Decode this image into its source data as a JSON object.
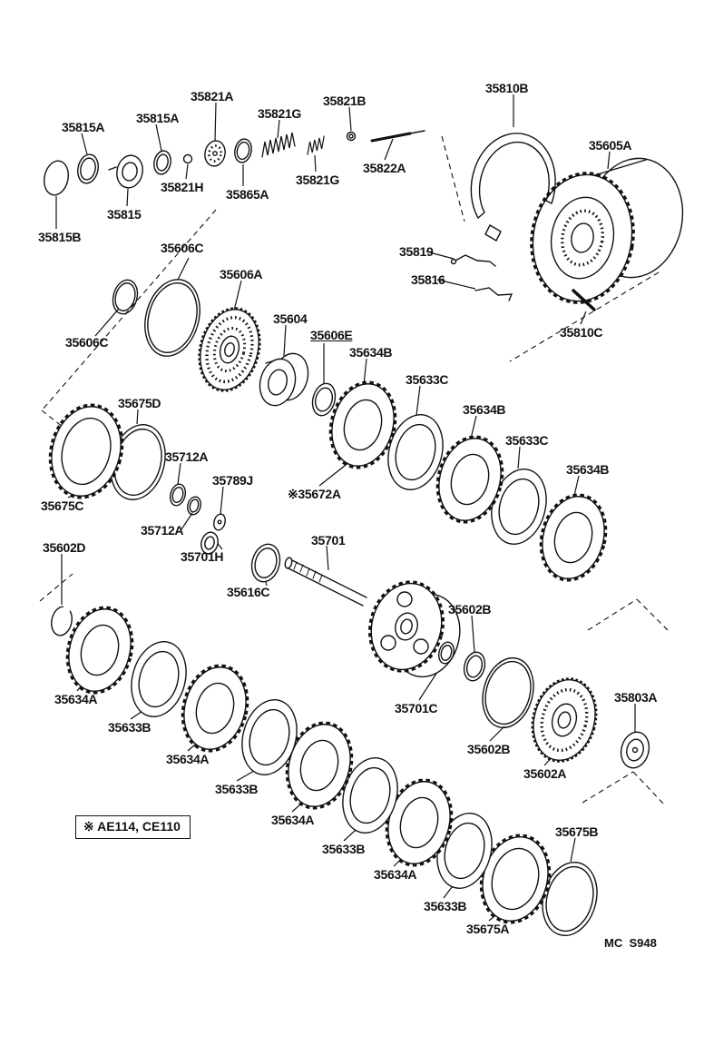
{
  "colors": {
    "ink": "#111111",
    "background": "#ffffff"
  },
  "note": {
    "text": "※ AE114, CE110"
  },
  "footer": {
    "code": "MC  S948"
  },
  "labels": [
    {
      "text": "35821A"
    },
    {
      "text": "35821B"
    },
    {
      "text": "35810B"
    },
    {
      "text": "35815A"
    },
    {
      "text": "35821G"
    },
    {
      "text": "35815A"
    },
    {
      "text": "35605A"
    },
    {
      "text": "35822A"
    },
    {
      "text": "35821H"
    },
    {
      "text": "35865A"
    },
    {
      "text": "35821G"
    },
    {
      "text": "35815"
    },
    {
      "text": "35815B"
    },
    {
      "text": "35606C"
    },
    {
      "text": "35819"
    },
    {
      "text": "35816"
    },
    {
      "text": "35606A"
    },
    {
      "text": "35810C"
    },
    {
      "text": "35606C"
    },
    {
      "text": "35604"
    },
    {
      "text": "35606E"
    },
    {
      "text": "35634B"
    },
    {
      "text": "35633C"
    },
    {
      "text": "35634B"
    },
    {
      "text": "35675D"
    },
    {
      "text": "35633C"
    },
    {
      "text": "35634B"
    },
    {
      "text": "35712A"
    },
    {
      "text": "35789J"
    },
    {
      "text": "35675C"
    },
    {
      "text": "※35672A"
    },
    {
      "text": "35712A"
    },
    {
      "text": "35602D"
    },
    {
      "text": "35701H"
    },
    {
      "text": "35701"
    },
    {
      "text": "35616C"
    },
    {
      "text": "35602B"
    },
    {
      "text": "35634A"
    },
    {
      "text": "35701C"
    },
    {
      "text": "35633B"
    },
    {
      "text": "35602B"
    },
    {
      "text": "35803A"
    },
    {
      "text": "35634A"
    },
    {
      "text": "35602A"
    },
    {
      "text": "35633B"
    },
    {
      "text": "35634A"
    },
    {
      "text": "35633B"
    },
    {
      "text": "35675B"
    },
    {
      "text": "35634A"
    },
    {
      "text": "35633B"
    },
    {
      "text": "35675A"
    }
  ]
}
